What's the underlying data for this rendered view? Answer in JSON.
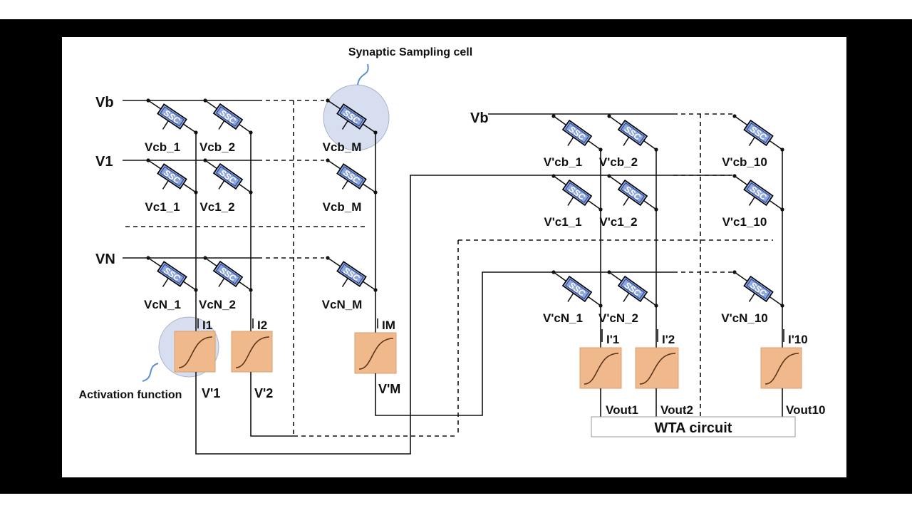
{
  "title_callout": "Synaptic Sampling cell",
  "activation_callout": "Activation function",
  "cell_text": "SSC",
  "colors": {
    "ssc_fill": "#8ea6dc",
    "ssc_stroke": "#1f3c88",
    "activation_fill": "#efb98c",
    "highlight": "#d6deef",
    "wire": "#111111"
  },
  "left_array": {
    "row_labels": [
      "Vb",
      "V1",
      "VN"
    ],
    "cells": [
      [
        "Vcb_1",
        "Vcb_2",
        "Vcb_M"
      ],
      [
        "Vc1_1",
        "Vc1_2",
        "Vcb_M"
      ],
      [
        "VcN_1",
        "VcN_2",
        "VcN_M"
      ]
    ],
    "currents": [
      "I1",
      "I2",
      "IM"
    ],
    "outputs": [
      "V'1",
      "V'2",
      "V'M"
    ]
  },
  "right_array": {
    "row_labels": [
      "Vb"
    ],
    "cells": [
      [
        "V'cb_1",
        "V'cb_2",
        "V'cb_10"
      ],
      [
        "V'c1_1",
        "V'c1_2",
        "V'c1_10"
      ],
      [
        "V'cN_1",
        "V'cN_2",
        "V'cN_10"
      ]
    ],
    "currents": [
      "I'1",
      "I'2",
      "I'10"
    ],
    "outputs": [
      "Vout1",
      "Vout2",
      "Vout10"
    ]
  },
  "wta_label": "WTA circuit"
}
